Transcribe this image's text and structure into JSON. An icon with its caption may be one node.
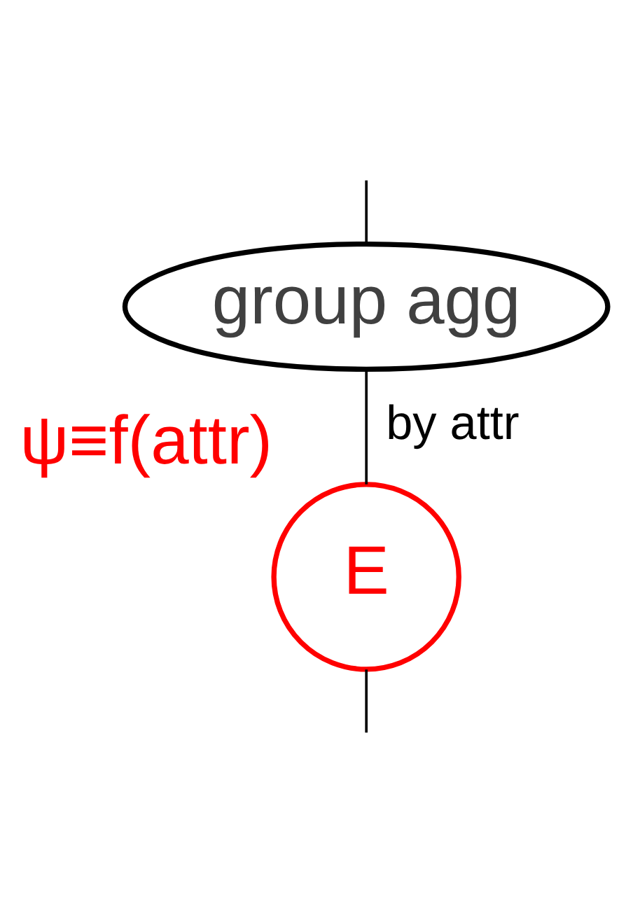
{
  "diagram": {
    "nodes": [
      {
        "text": [
          "group agg"
        ]
      },
      {
        "text": [
          "E"
        ],
        "beside": [
          "ψ≡f(attr)"
        ]
      }
    ],
    "edges": [
      {
        "from": null,
        "to": 0,
        "arrow": "none"
      },
      {
        "from": 0,
        "to": 1,
        "arrow": "none",
        "label": "by attr"
      },
      {
        "from": 1,
        "to": null,
        "arrow": "none"
      }
    ]
  }
}
